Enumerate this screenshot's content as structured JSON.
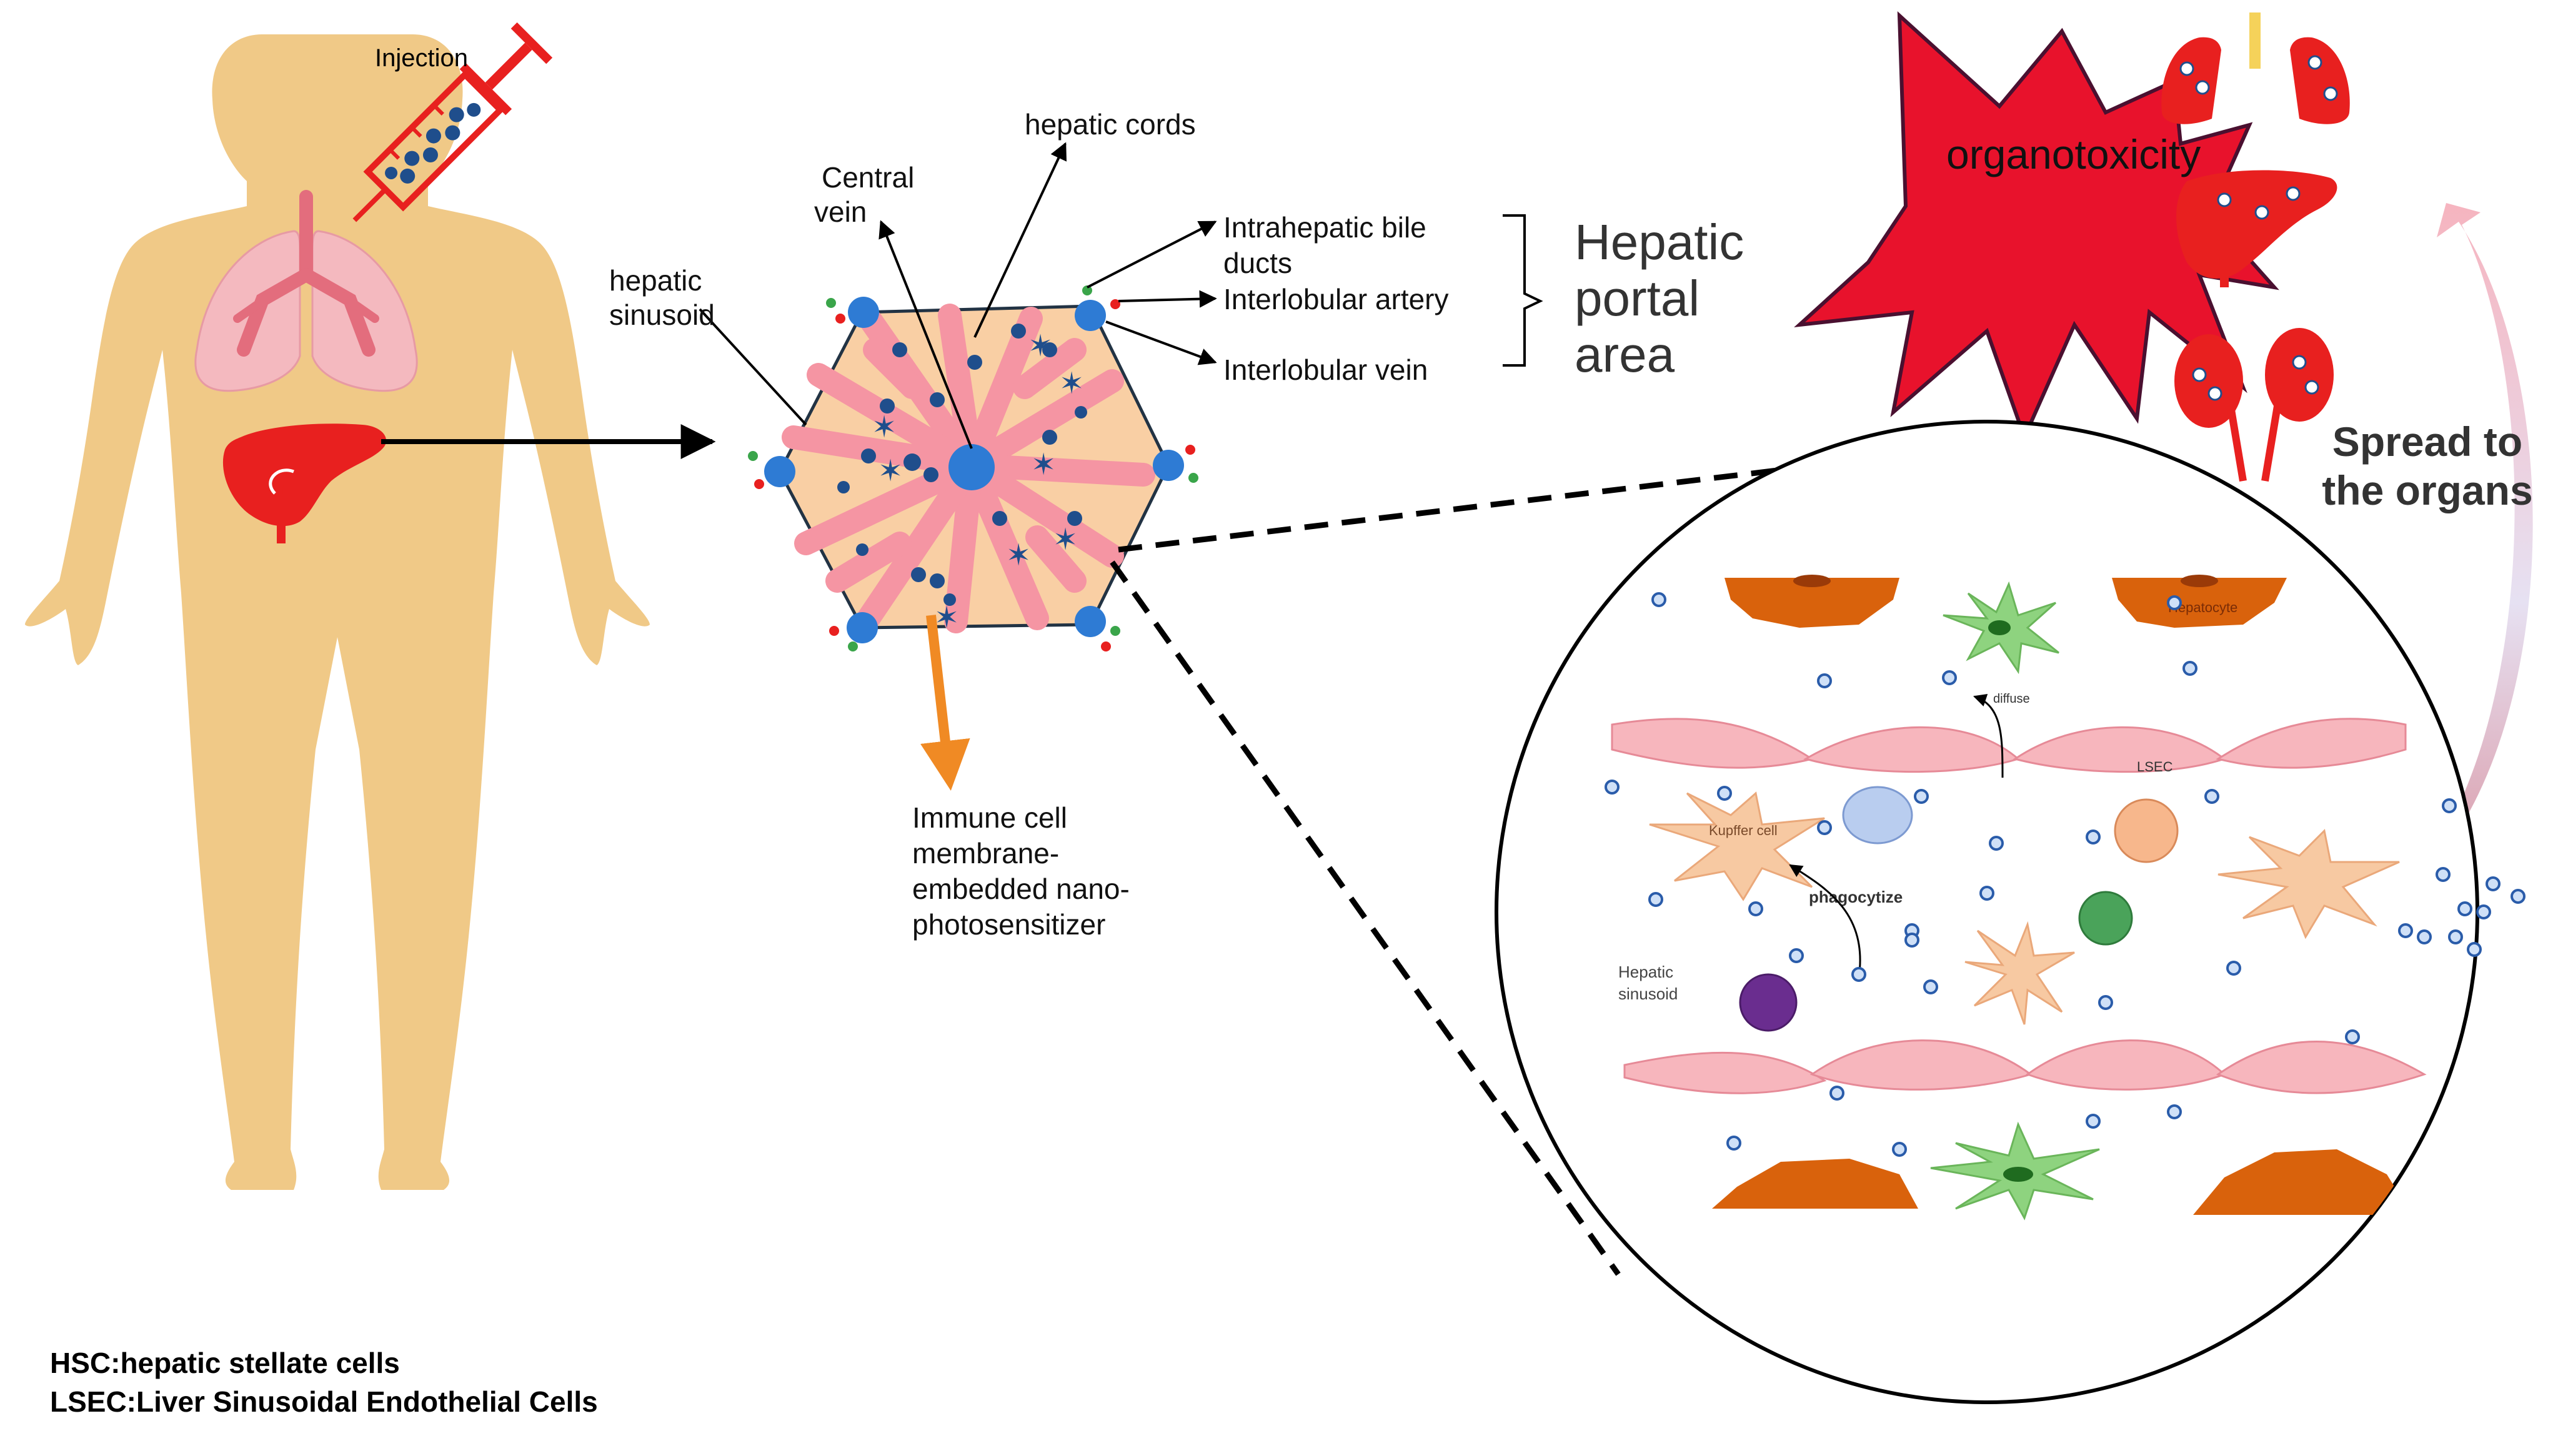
{
  "labels": {
    "injection": "Injection",
    "central_vein": [
      "Central",
      "vein"
    ],
    "hepatic_cords": "hepatic cords",
    "hepatic_sinusoid": [
      "hepatic",
      "sinusoid"
    ],
    "bile_ducts": [
      "Intrahepatic bile",
      "ducts"
    ],
    "interlobular_artery": "Interlobular artery",
    "interlobular_vein": "Interlobular vein",
    "portal_area": [
      "Hepatic",
      "portal",
      "area"
    ],
    "nano": [
      "Immune cell",
      "membrane-",
      "embedded nano-",
      "photosensitizer"
    ],
    "organotoxicity": "organotoxicity",
    "spread": [
      "Spread to",
      "the organs"
    ],
    "hepatocyte": "Hepatocyte",
    "diffuse": "diffuse",
    "lsec": "LSEC",
    "kupffer": "Kupffer cell",
    "phagocytize": "phagocytize",
    "sinusoid_zoom": [
      "Hepatic",
      "sinusoid"
    ]
  },
  "legend": {
    "hsc": "HSC:hepatic stellate cells",
    "lsec": "LSEC:Liver Sinusoidal Endothelial Cells"
  },
  "colors": {
    "body": "#f0c987",
    "liver": "#e8201f",
    "lung": "#f4b9bf",
    "lobule": "#f9cfa4",
    "cord": "#f595a3",
    "vessel": "#2e7bd4",
    "particle": "#1f4e8c",
    "hepatocyte": "#d9620c",
    "hsc_green": "#8ed37f",
    "lsec": "#f7b6bd",
    "kupffer": "#f7c9a2",
    "star": "#e8122c",
    "arrow_orange": "#f08a24"
  }
}
